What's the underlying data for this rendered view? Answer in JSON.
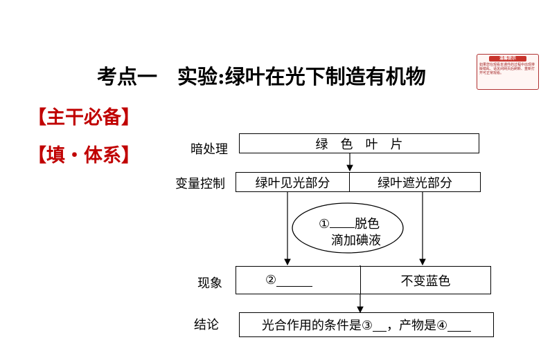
{
  "title": "考点一　实验:绿叶在光下制造有机物",
  "sections": {
    "main": "【主干必备】",
    "fill": "【填・体系】"
  },
  "tip_badge": {
    "heading": "温馨提示",
    "text": "如果您在观看本课件的过程中出现排版错乱、请关闭网页后刷新、重新打开可正常观看。"
  },
  "flow": {
    "step_labels": {
      "dark": "暗处理",
      "control": "变量控制",
      "phenomenon": "现象",
      "conclusion": "结论"
    },
    "leaf_box": "绿　色　叶　片",
    "lit_part": "绿叶见光部分",
    "shaded_part": "绿叶遮光部分",
    "process": {
      "line1_num": "①",
      "line1_text": "脱色",
      "line2": "滴加碘液"
    },
    "phenomenon_left_num": "②",
    "phenomenon_right": "不变蓝色",
    "conclusion": {
      "prefix": "光合作用的条件是③",
      "middle": "，产物是④"
    }
  }
}
